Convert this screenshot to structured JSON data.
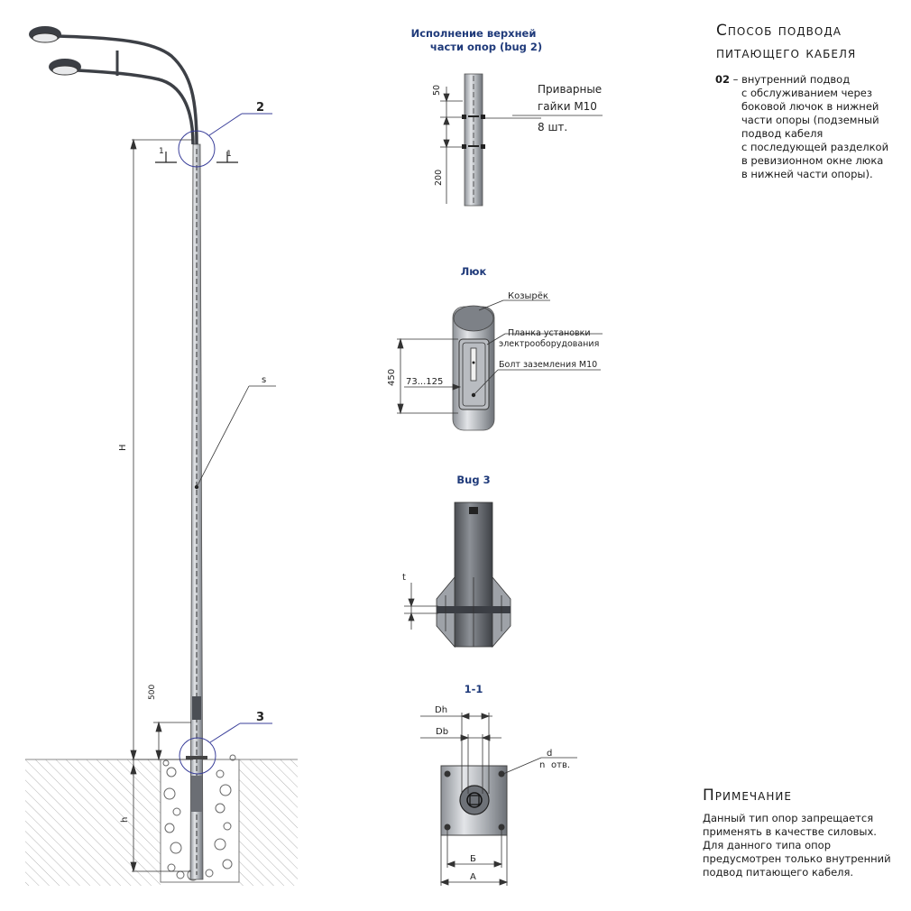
{
  "title": [
    "Способ подвода",
    "питающего кабеля"
  ],
  "method": {
    "code": "02",
    "lines": [
      "– внутренний подвод",
      "с обслуживанием через",
      "боковой лючок в нижней",
      "части опоры (подземный",
      "подвод кабеля",
      "с последующей разделкой",
      "в ревизионном окне люка",
      "в нижней части опоры)."
    ]
  },
  "note": {
    "title": "Примечание",
    "lines": [
      "Данный тип опор запрещается",
      "применять в качестве силовых.",
      "Для данного типа опор",
      "предусмотрен только внутренний",
      "подвод питающего кабеля."
    ]
  },
  "top_detail": {
    "caption": [
      "Исполнение верхней",
      "части опор (bug 2)"
    ],
    "dim_top": "50",
    "dim_bottom": "200",
    "nut_label": [
      "Приварные",
      "гайки М10",
      "8 шт."
    ]
  },
  "hatch_detail": {
    "caption": "Люк",
    "visor": "Козырёк",
    "plate": [
      "Планка установки",
      "электрооборудования"
    ],
    "bolt": "Болт заземления М10",
    "dim_height": "450",
    "dim_width": "73...125"
  },
  "bug3": {
    "caption": "Bug 3",
    "dim_t": "t"
  },
  "section": {
    "caption": "1-1",
    "dh": "Dh",
    "db": "Db",
    "d": "d",
    "n": "n",
    "holes": "отв.",
    "b": "Б",
    "a": "А"
  },
  "pole": {
    "callout_top": "2",
    "callout_bottom": "3",
    "section_mark": "1",
    "dim_H": "H",
    "dim_h": "h",
    "dim_500": "500",
    "label_s": "s"
  },
  "colors": {
    "accent": "#1f3a7a",
    "steel_dark": "#5a5d63",
    "steel_light": "#c4c7cc",
    "callout": "#3a3f9a"
  }
}
